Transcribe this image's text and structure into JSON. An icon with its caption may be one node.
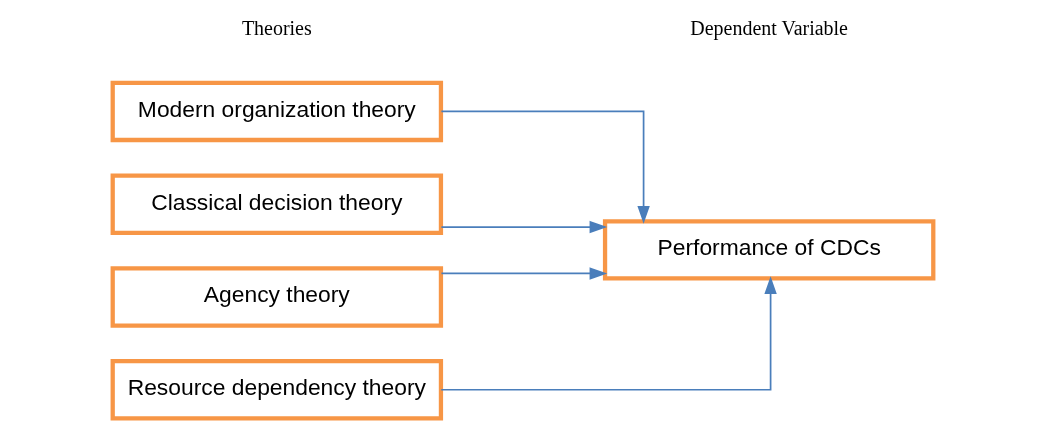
{
  "diagram": {
    "nodes": [
      {
        "text": [
          "Modern organization theory"
        ]
      },
      {
        "text": [
          "Classical decision theory"
        ]
      },
      {
        "text": [
          "Agency theory"
        ]
      },
      {
        "text": [
          "Resource dependency theory"
        ]
      },
      {
        "text": [
          "Performance of CDCs"
        ]
      }
    ],
    "edges": [
      {
        "from": 0,
        "to": 4,
        "arrow": "to"
      },
      {
        "from": 1,
        "to": 4,
        "arrow": "to"
      },
      {
        "from": 2,
        "to": 4,
        "arrow": "to"
      },
      {
        "from": 3,
        "to": 4,
        "arrow": "to"
      }
    ],
    "labels": [
      "Theories",
      "Dependent Variable"
    ]
  }
}
